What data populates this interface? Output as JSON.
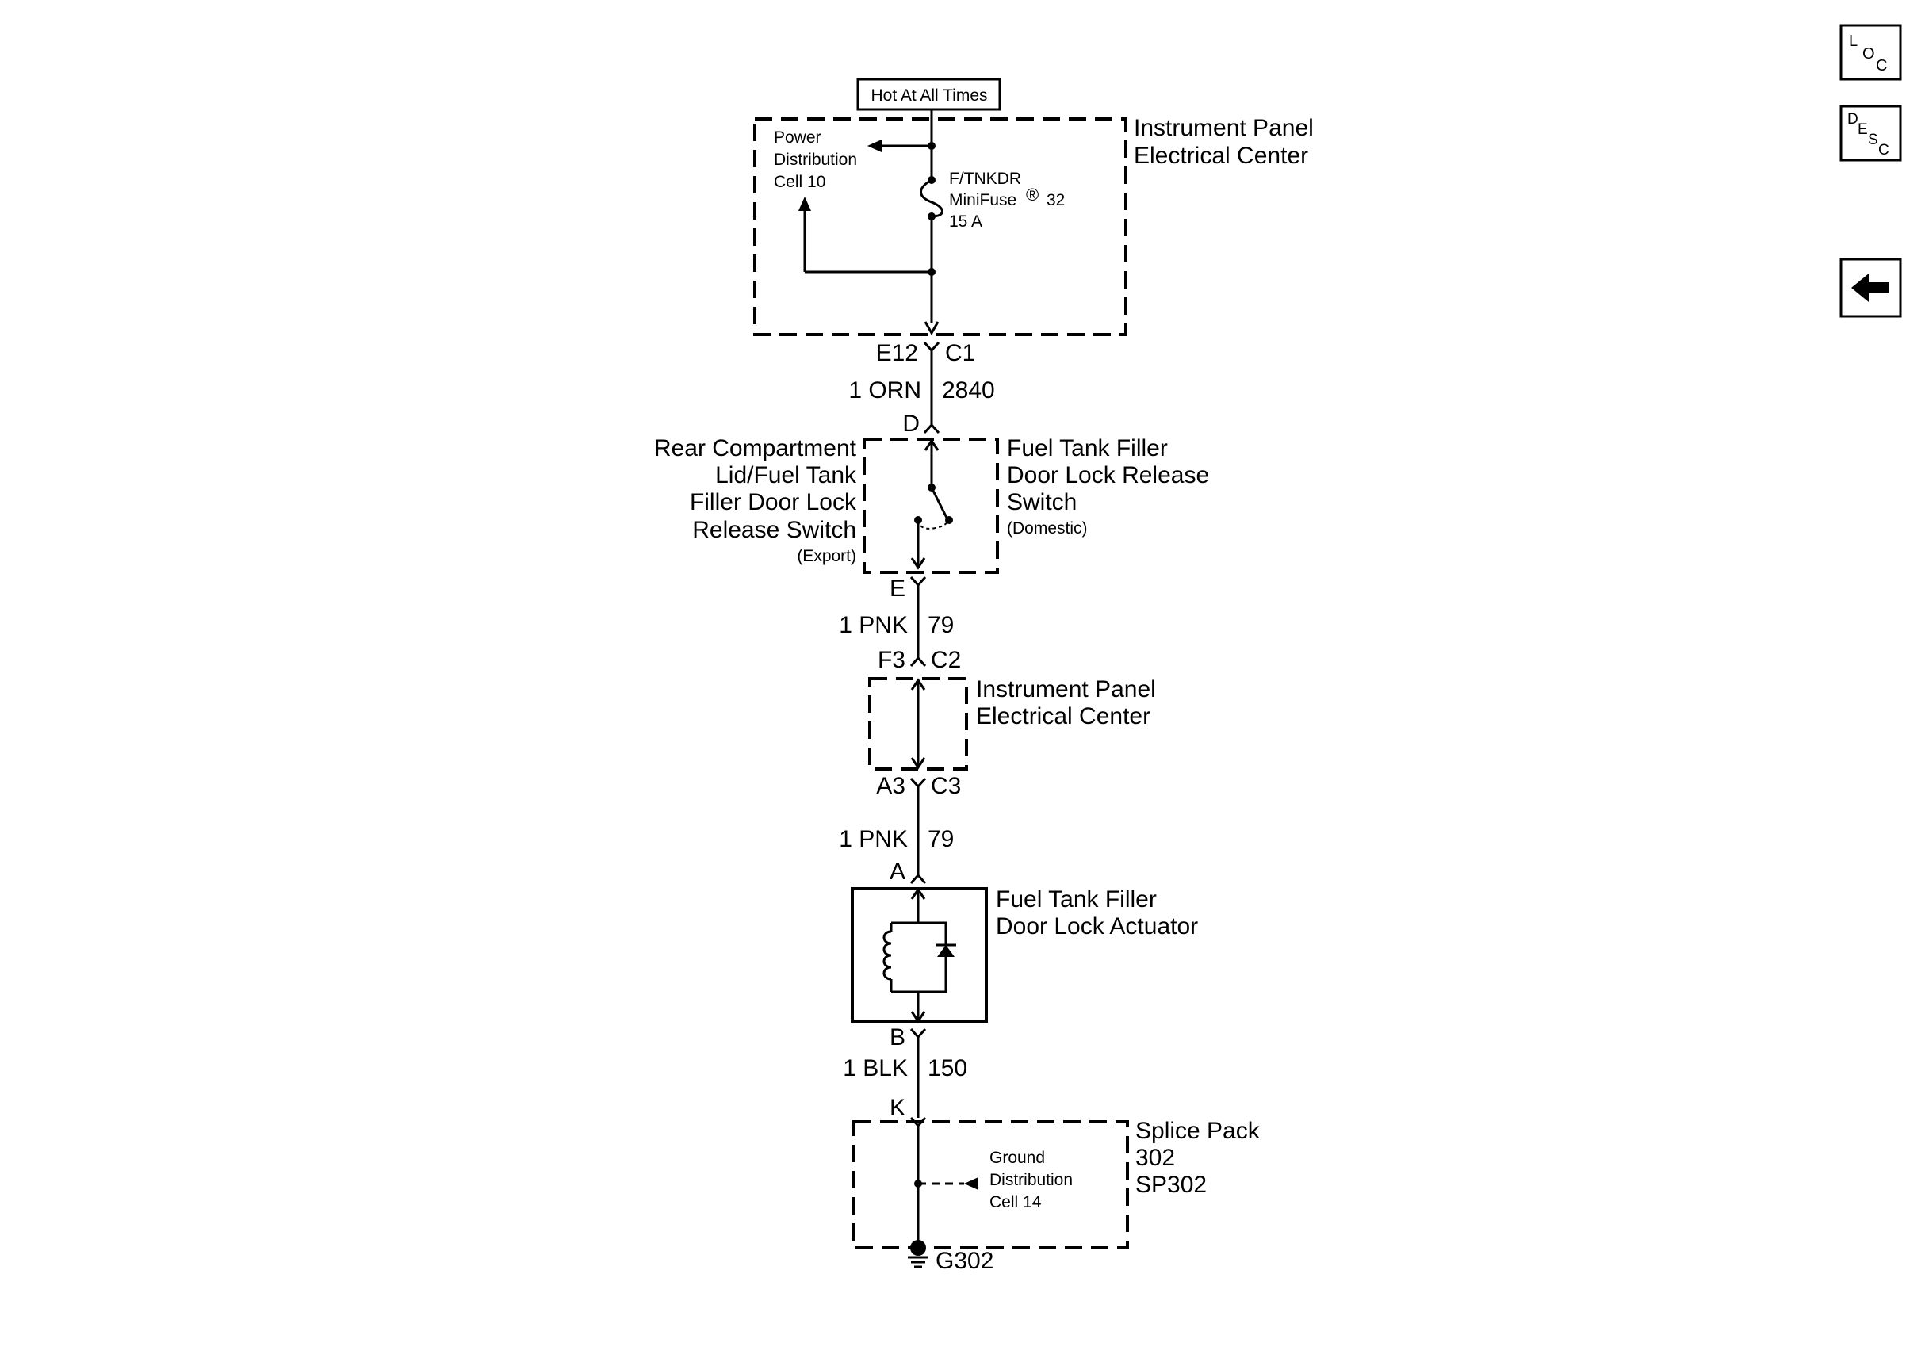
{
  "power_source": {
    "label": "Hot At All Times"
  },
  "ipec_top": {
    "title_line1": "Instrument Panel",
    "title_line2": "Electrical Center",
    "power_dist_line1": "Power",
    "power_dist_line2": "Distribution",
    "power_dist_line3": "Cell 10",
    "fuse_line1": "F/TNKDR",
    "fuse_line2": "MiniFuse",
    "fuse_reg_mark": "®",
    "fuse_number": "32",
    "fuse_rating": "15 A"
  },
  "conn_1": {
    "left": "E12",
    "right": "C1"
  },
  "wire_1": {
    "gauge_color": "1 ORN",
    "circuit": "2840"
  },
  "switch": {
    "pin_top": "D",
    "pin_bottom": "E",
    "left_line1": "Rear Compartment",
    "left_line2": "Lid/Fuel Tank",
    "left_line3": "Filler Door Lock",
    "left_line4": "Release Switch",
    "left_note": "(Export)",
    "right_line1": "Fuel Tank Filler",
    "right_line2": "Door Lock Release",
    "right_line3": "Switch",
    "right_note": "(Domestic)"
  },
  "wire_2": {
    "gauge_color": "1 PNK",
    "circuit": "79"
  },
  "conn_2": {
    "left": "F3",
    "right": "C2"
  },
  "ipec_mid": {
    "title_line1": "Instrument Panel",
    "title_line2": "Electrical Center"
  },
  "conn_3": {
    "left": "A3",
    "right": "C3"
  },
  "wire_3": {
    "gauge_color": "1 PNK",
    "circuit": "79"
  },
  "actuator": {
    "pin_top": "A",
    "pin_bottom": "B",
    "title_line1": "Fuel Tank Filler",
    "title_line2": "Door Lock Actuator"
  },
  "wire_4": {
    "gauge_color": "1 BLK",
    "circuit": "150"
  },
  "splice": {
    "pin": "K",
    "title_line1": "Splice Pack",
    "title_line2": "302",
    "title_line3": "SP302",
    "ground_line1": "Ground",
    "ground_line2": "Distribution",
    "ground_line3": "Cell 14",
    "ground_id": "G302"
  },
  "nav": {
    "loc": {
      "l": "L",
      "o": "O",
      "c": "C"
    },
    "desc": {
      "d": "D",
      "e": "E",
      "s": "S",
      "c": "C"
    }
  },
  "icons": {
    "back_button": "left-arrow-icon",
    "fuse": "fuse-icon",
    "switch": "switch-icon",
    "coil": "coil-icon",
    "diode": "diode-icon",
    "ground": "ground-icon"
  }
}
